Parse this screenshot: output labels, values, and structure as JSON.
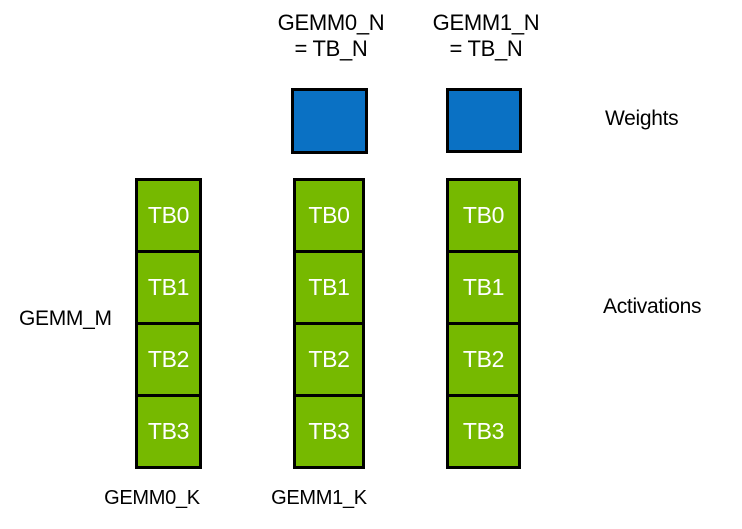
{
  "colors": {
    "weights_fill": "#0a71c4",
    "activations_fill": "#76b900",
    "outline": "#000000",
    "block_text": "#ffffff",
    "label_text": "#000000",
    "background": "#ffffff"
  },
  "top_labels": [
    {
      "line1": "GEMM0_N",
      "line2": "= TB_N"
    },
    {
      "line1": "GEMM1_N",
      "line2": "= TB_N"
    }
  ],
  "side_labels": {
    "weights": "Weights",
    "activations": "Activations"
  },
  "left_label": "GEMM_M",
  "bottom_labels": [
    "GEMM0_K",
    "GEMM1_K"
  ],
  "columns": [
    {
      "blocks": [
        "TB0",
        "TB1",
        "TB2",
        "TB3"
      ]
    },
    {
      "blocks": [
        "TB0",
        "TB1",
        "TB2",
        "TB3"
      ]
    },
    {
      "blocks": [
        "TB0",
        "TB1",
        "TB2",
        "TB3"
      ]
    }
  ]
}
